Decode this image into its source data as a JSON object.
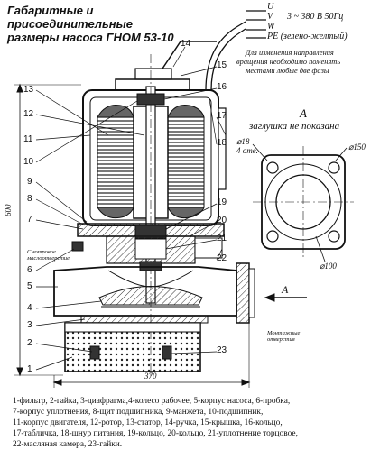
{
  "title": {
    "line1": "Габаритные и присоединительные",
    "line2": "размеры насоса ГНОМ 53-10"
  },
  "wiring": {
    "phases": [
      "U",
      "V",
      "W"
    ],
    "pe": "PE (зелено-желтый)",
    "voltage": "3 ~ 380 В 50Гц",
    "note": [
      "Для изменения направления",
      "вращения необходимо поменять",
      "местами любые две фазы"
    ]
  },
  "view_a": {
    "title": "А",
    "subtitle": "заглушка не показана",
    "hole_dia": "⌀18",
    "holes": "4 отв.",
    "flange_dia": "⌀150",
    "outlet_dia": "⌀100"
  },
  "arrow_a": "А",
  "dimensions": {
    "height": "600",
    "width": "370"
  },
  "callouts": {
    "oil_inspection": [
      "Смотровое",
      "маслоотверстие"
    ],
    "lifting": [
      "Монтажные",
      "отверстия"
    ]
  },
  "part_numbers": [
    "1",
    "2",
    "3",
    "4",
    "5",
    "6",
    "7",
    "8",
    "9",
    "10",
    "11",
    "12",
    "13",
    "14",
    "15",
    "16",
    "17",
    "18",
    "19",
    "20",
    "21",
    "22",
    "23"
  ],
  "legend": [
    "1-фильтр, 2-гайка, 3-диафрагма,4-колесо рабочее, 5-корпус насоса, 6-пробка,",
    "7-корпус уплотнения, 8-щит подшипника, 9-манжета, 10-подшипник,",
    "11-корпус двигателя, 12-ротор, 13-статор, 14-ручка, 15-крышка, 16-кольцо,",
    "17-табличка, 18-шнур питания, 19-кольцо, 20-кольцо, 21-уплотнение торцовое,",
    "22-масляная камера, 23-гайки."
  ]
}
